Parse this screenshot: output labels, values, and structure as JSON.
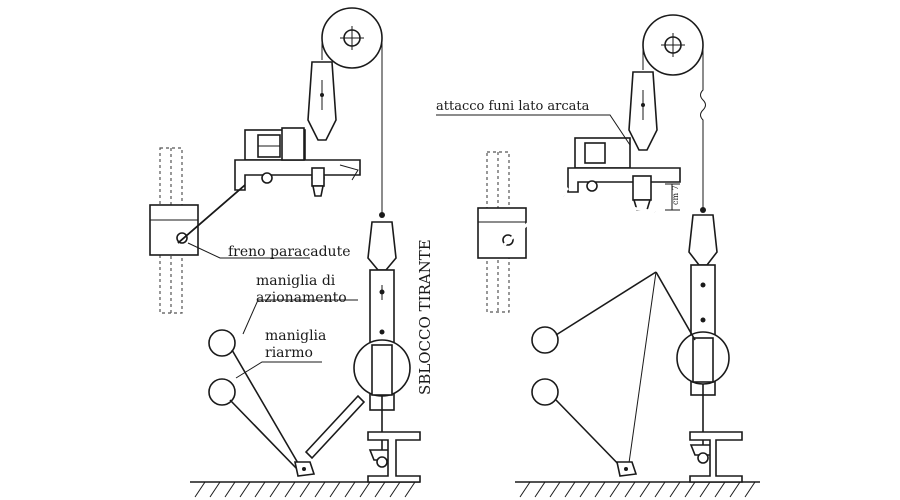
{
  "labels": {
    "freno": "freno paracadute",
    "maniglia_az_1": "maniglia di",
    "maniglia_az_2": "azionamento",
    "maniglia_ri_1": "maniglia",
    "maniglia_ri_2": "riarmo",
    "sblocco": "SBLOCCO TIRANTE",
    "attacco": "attacco funi lato arcata",
    "dim": "cm 7"
  }
}
